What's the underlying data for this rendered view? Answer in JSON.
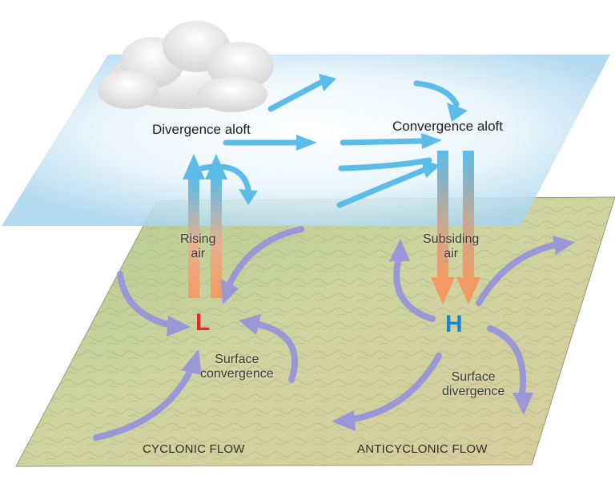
{
  "labels": {
    "divergence_aloft": "Divergence aloft",
    "convergence_aloft": "Convergence aloft",
    "rising_air_1": "Rising",
    "rising_air_2": "air",
    "subsiding_air_1": "Subsiding",
    "subsiding_air_2": "air",
    "surface_convergence_1": "Surface",
    "surface_convergence_2": "convergence",
    "surface_divergence_1": "Surface",
    "surface_divergence_2": "divergence",
    "cyclonic_flow": "CYCLONIC FLOW",
    "anticyclonic_flow": "ANTICYCLONIC FLOW"
  },
  "pressure_symbols": {
    "low": "L",
    "high": "H"
  },
  "colors": {
    "low": "#e8262b",
    "high": "#1a86d0",
    "upper_arrow": "#5bbcea",
    "surface_arrow": "#9a97d6",
    "warm_column": "#f39a63",
    "upper_plane": "#bfe1f3",
    "terrain": "#c9cf9b"
  }
}
